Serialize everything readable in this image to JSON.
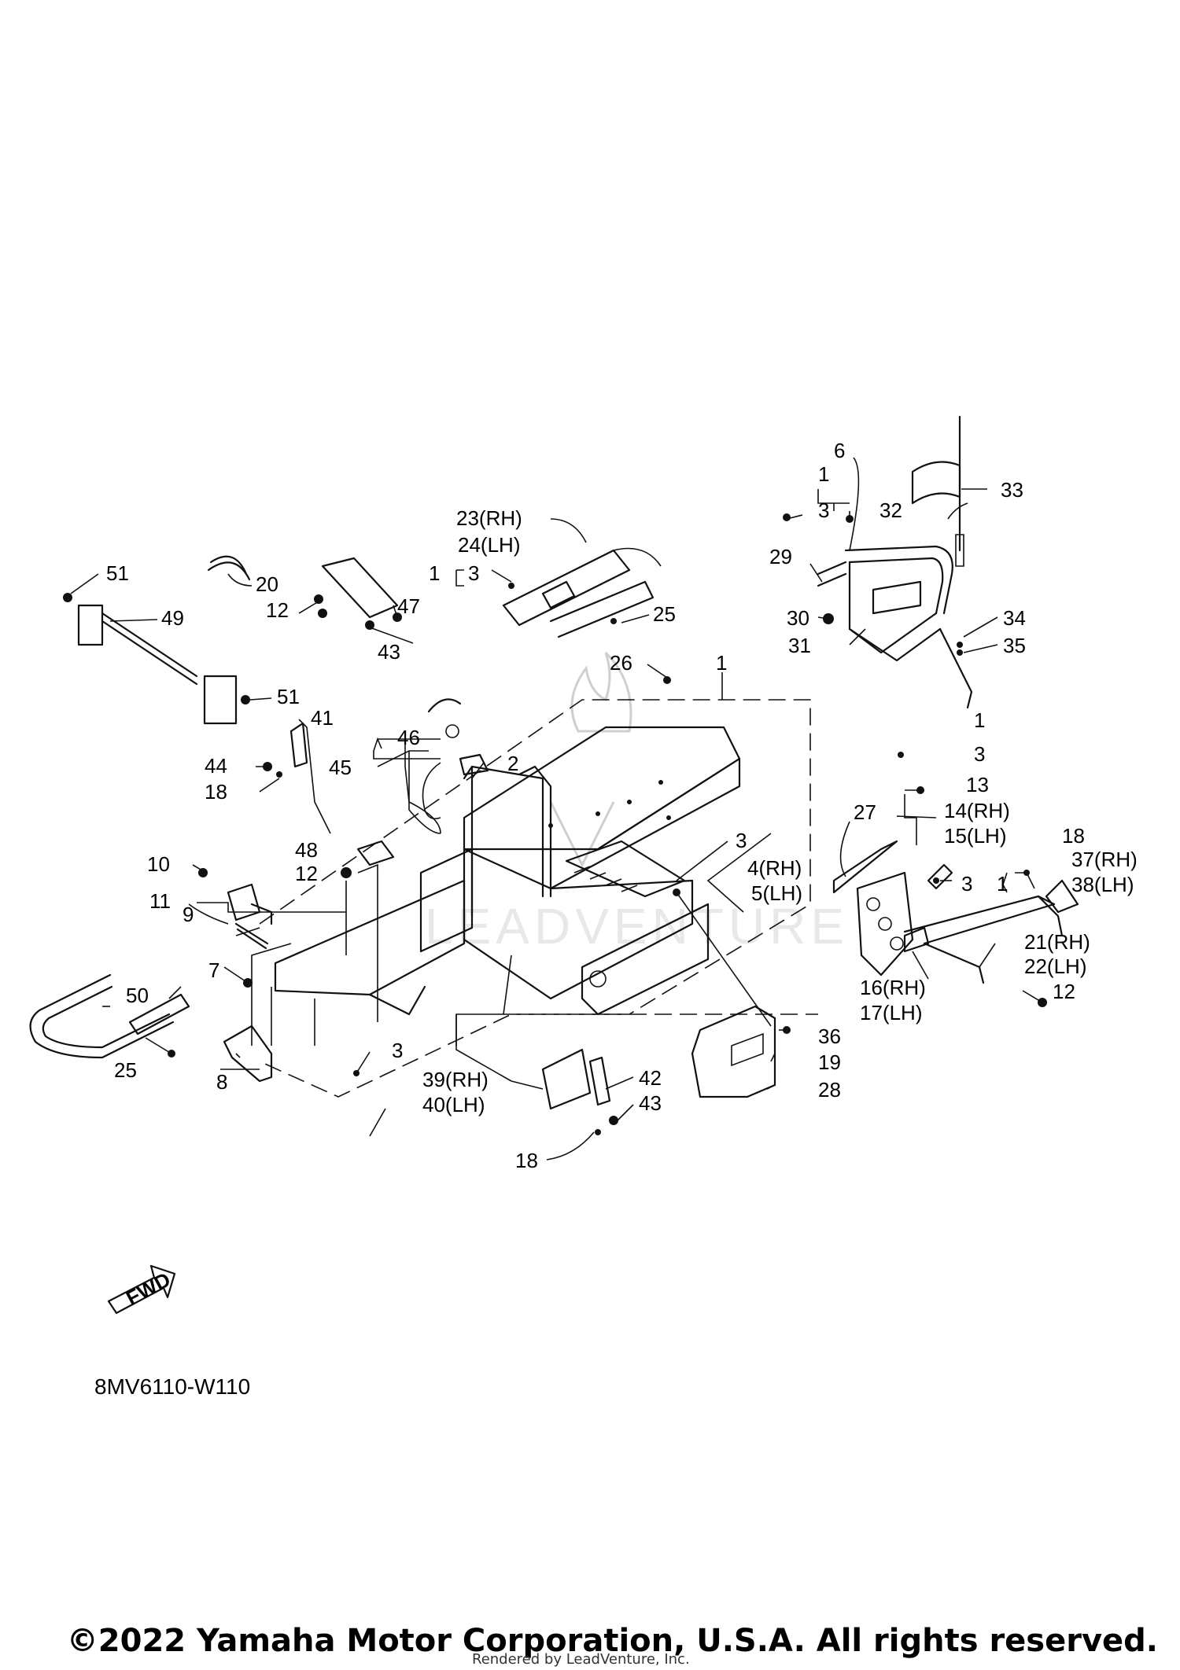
{
  "diagram": {
    "code": "8MV6110-W110",
    "fwd_label": "FWD",
    "copyright": "©2022 Yamaha Motor Corporation, U.S.A. All rights reserved.",
    "rendered_by": "Rendered by LeadVenture, Inc.",
    "callouts": {
      "c51a": "51",
      "c49": "49",
      "c51b": "51",
      "c20": "20",
      "c12a": "12",
      "c47": "47",
      "c43a": "43",
      "c23": "23(RH)",
      "c24": "24(LH)",
      "c1a": "1",
      "c3a": "3",
      "c25a": "25",
      "c26": "26",
      "c1b": "1",
      "c6": "6",
      "c1c": "1",
      "c3b": "3",
      "c32": "32",
      "c33": "33",
      "c29": "29",
      "c30": "30",
      "c34": "34",
      "c31": "31",
      "c35": "35",
      "c41": "41",
      "c46": "46",
      "c45": "45",
      "c2": "2",
      "c44": "44",
      "c18a": "18",
      "c10": "10",
      "c11": "11",
      "c48": "48",
      "c12b": "12",
      "c27": "27",
      "c3c": "3",
      "c4": "4(RH)",
      "c5": "5(LH)",
      "c1d": "1",
      "c3d": "3",
      "c13": "13",
      "c14": "14(RH)",
      "c15": "15(LH)",
      "c18b": "18",
      "c37": "37(RH)",
      "c38": "38(LH)",
      "c3e": "3",
      "c1e": "1",
      "c9": "9",
      "c21": "21(RH)",
      "c22": "22(LH)",
      "c7": "7",
      "c16": "16(RH)",
      "c17": "17(LH)",
      "c12c": "12",
      "c50": "50",
      "c36": "36",
      "c19": "19",
      "c3f": "3",
      "c25b": "25",
      "c8": "8",
      "c39": "39(RH)",
      "c42": "42",
      "c40": "40(LH)",
      "c43b": "43",
      "c28": "28",
      "c18c": "18"
    }
  }
}
